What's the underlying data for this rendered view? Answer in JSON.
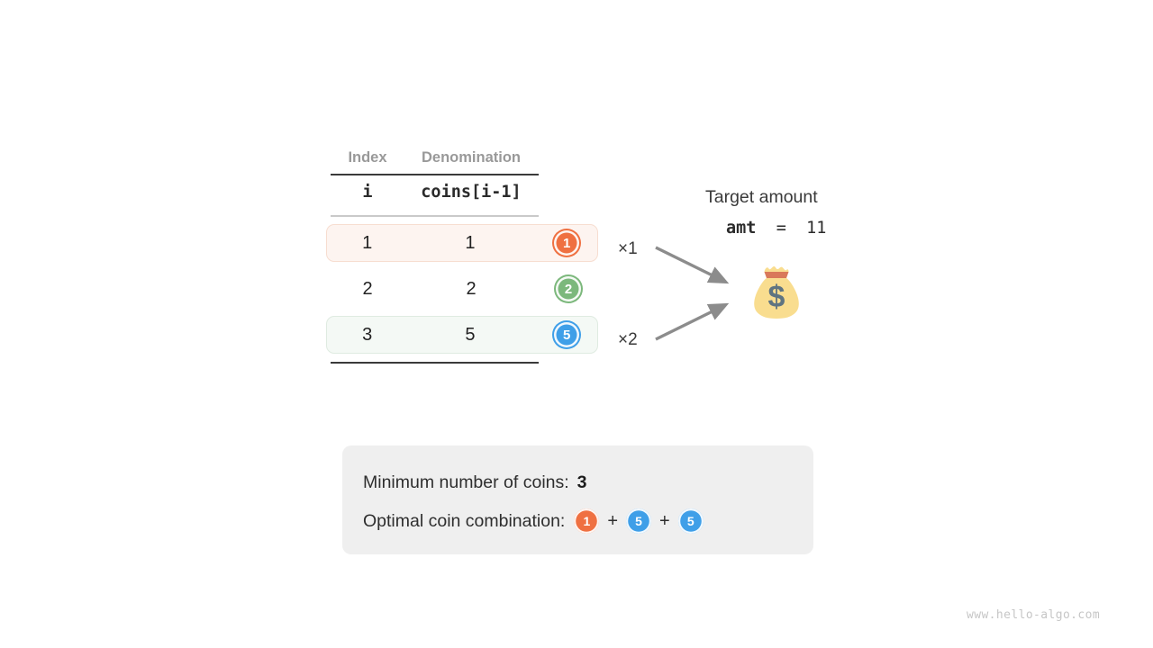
{
  "table": {
    "headers": {
      "index": "Index",
      "denomination": "Denomination"
    },
    "subheaders": {
      "index": "i",
      "denomination": "coins[i-1]"
    },
    "rows": [
      {
        "index": "1",
        "denomination": "1",
        "coin_label": "1",
        "coin_color": "#ef7041",
        "multiplier": "×1",
        "highlight": "orange"
      },
      {
        "index": "2",
        "denomination": "2",
        "coin_label": "2",
        "coin_color": "#7cb87c",
        "multiplier": "",
        "highlight": "none"
      },
      {
        "index": "3",
        "denomination": "5",
        "coin_label": "5",
        "coin_color": "#3f9fe8",
        "multiplier": "×2",
        "highlight": "green"
      }
    ]
  },
  "target": {
    "label": "Target amount",
    "var_name": "amt",
    "equals": "=",
    "value": "11",
    "bag_icon": "money-bag-icon"
  },
  "result": {
    "min_coins_label": "Minimum number of coins:",
    "min_coins_value": "3",
    "combination_label": "Optimal coin combination:",
    "combination": [
      {
        "label": "1",
        "color": "#ef7041"
      },
      {
        "label": "5",
        "color": "#3f9fe8"
      },
      {
        "label": "5",
        "color": "#3f9fe8"
      }
    ],
    "plus": "+"
  },
  "watermark": "www.hello-algo.com",
  "colors": {
    "orange": "#ef7041",
    "green": "#7cb87c",
    "blue": "#3f9fe8",
    "row_highlight_orange": "#fdf4f0",
    "row_highlight_green": "#f4f9f5",
    "result_box_bg": "#efefef",
    "arrow_gray": "#8c8c8c",
    "header_gray": "#999999",
    "bag_body": "#f9dd8f",
    "bag_tie": "#d9795a",
    "bag_symbol": "#5f7481"
  }
}
